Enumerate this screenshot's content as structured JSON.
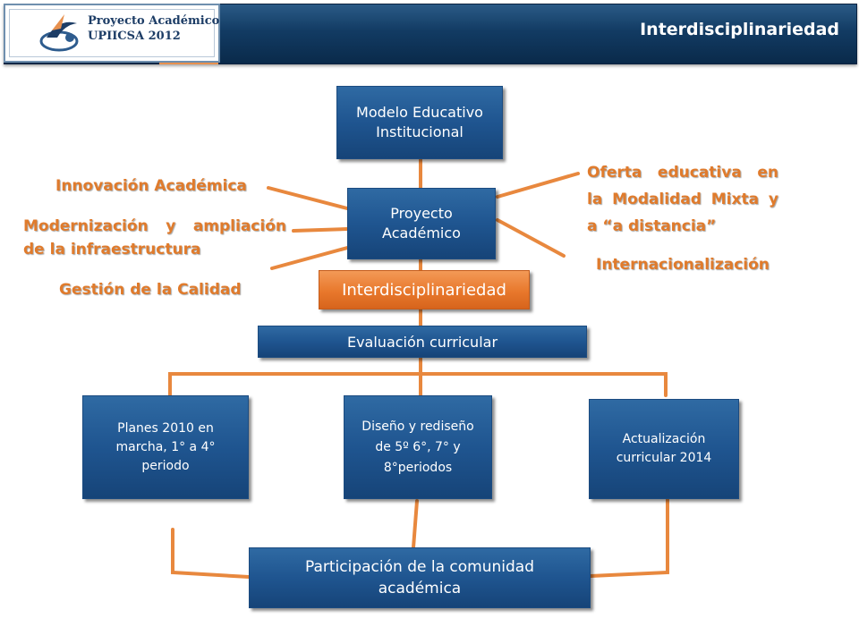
{
  "header": {
    "logo_title": "Proyecto Académico",
    "logo_subtitle": "UPIICSA 2012",
    "title": "Interdisciplinariedad"
  },
  "diagram": {
    "modelo": "Modelo Educativo Institucional",
    "proyecto": "Proyecto Académico",
    "interdisciplinariedad": "Interdisciplinariedad",
    "evaluacion": "Evaluación curricular",
    "planes": "Planes 2010 en marcha, 1° a 4° periodo",
    "diseno": "Diseño y rediseño de 5º 6°, 7° y 8°periodos",
    "actualizacion": "Actualización curricular 2014",
    "participacion": "Participación de la comunidad académica"
  },
  "labels": {
    "innovacion": "Innovación Académica",
    "modernizacion_1": "Modernización y ampliación",
    "modernizacion_2": "de la infraestructura",
    "gestion": "Gestión de la Calidad",
    "oferta_1": "Oferta educativa en",
    "oferta_2": "la Modalidad Mixta y",
    "oferta_3": "a “a distancia”",
    "internacionalizacion": "Internacionalización"
  },
  "colors": {
    "box_blue": "#1f5590",
    "accent_orange": "#e07b2c",
    "header_navy": "#123b63"
  }
}
